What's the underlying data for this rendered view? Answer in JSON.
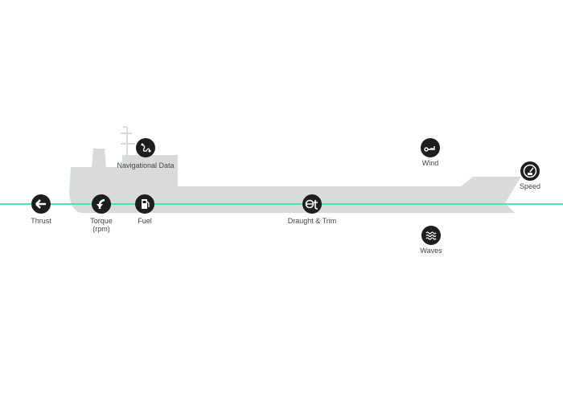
{
  "colors": {
    "ship": "#d9dbda",
    "waterline": "#4fe0b6",
    "icon": "#1e1e1e"
  },
  "labels": {
    "thrust": "Thrust",
    "torque": "Torque",
    "torque_unit": "(rpm)",
    "fuel": "Fuel",
    "nav": "Navigational Data",
    "draught": "Draught & Trim",
    "wind": "Wind",
    "waves": "Waves",
    "speed": "Speed"
  }
}
